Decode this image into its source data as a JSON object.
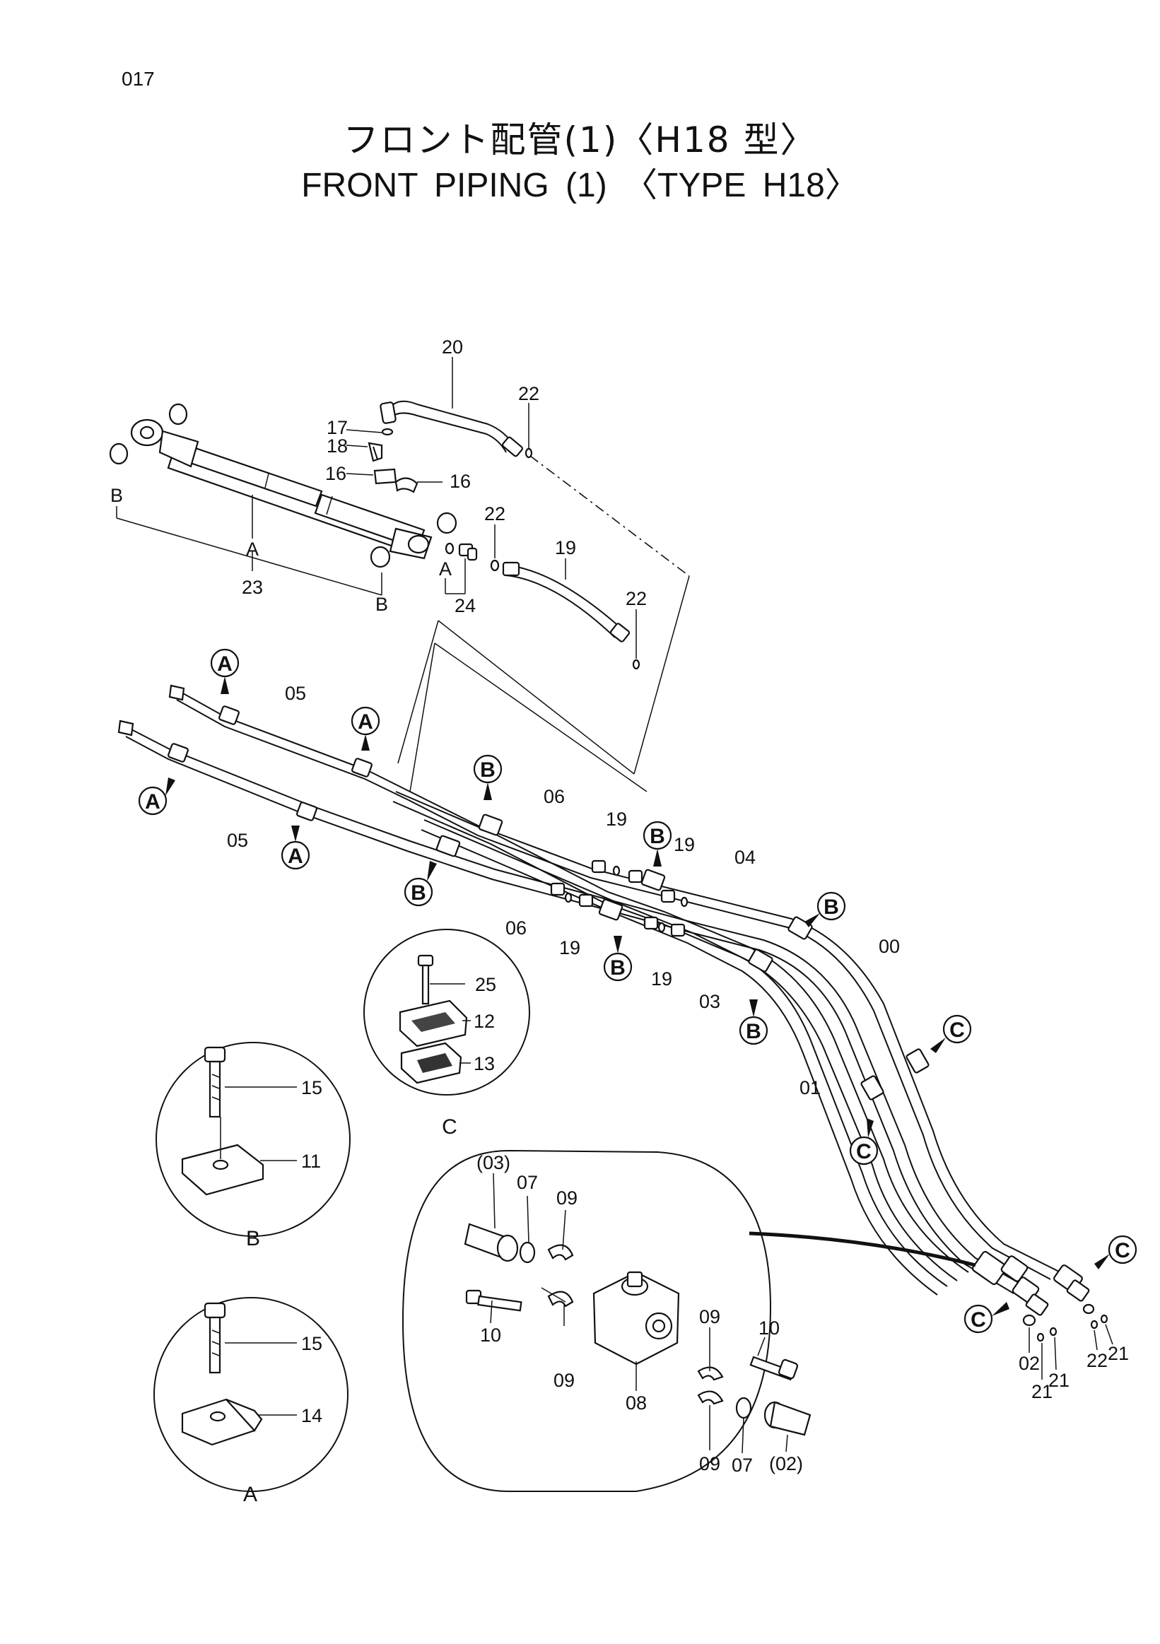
{
  "page_number": "017",
  "title_jp": "フロント配管(1)〈H18 型〉",
  "title_en": "FRONT  PIPING (1) 〈TYPE  H18〉",
  "callouts": {
    "c20": "20",
    "c22a": "22",
    "c17": "17",
    "c18": "18",
    "c16a": "16",
    "c16b": "16",
    "cBa": "B",
    "cAa": "A",
    "c23": "23",
    "cBb": "B",
    "c22b": "22",
    "cA2": "A",
    "c24": "24",
    "c19a": "19",
    "c22c": "22",
    "c05a": "05",
    "c05b": "05",
    "c06a": "06",
    "c06b": "06",
    "c19b": "19",
    "c19c": "19",
    "c19d": "19",
    "c19e": "19",
    "c04": "04",
    "c03": "03",
    "c00": "00",
    "c01": "01",
    "c25": "25",
    "c12": "12",
    "c13": "13",
    "capC": "C",
    "c15a": "15",
    "c11": "11",
    "capB": "B",
    "c15b": "15",
    "c14": "14",
    "capA": "A",
    "p03": "(03)",
    "p07a": "07",
    "p09a": "09",
    "p10a": "10",
    "p09b": "09",
    "p08": "08",
    "p09c": "09",
    "p10b": "10",
    "p09d": "09",
    "p07b": "07",
    "p02": "(02)",
    "c02": "02",
    "c21a": "21",
    "c21b": "21",
    "c22d": "22",
    "c21c": "21"
  },
  "clamp_refs": {
    "A1": "A",
    "A2": "A",
    "A3": "A",
    "A4": "A",
    "B1": "B",
    "B2": "B",
    "B3": "B",
    "B4": "B",
    "B5": "B",
    "B6": "B",
    "C1": "C",
    "C2": "C",
    "C3": "C",
    "C4": "C"
  }
}
